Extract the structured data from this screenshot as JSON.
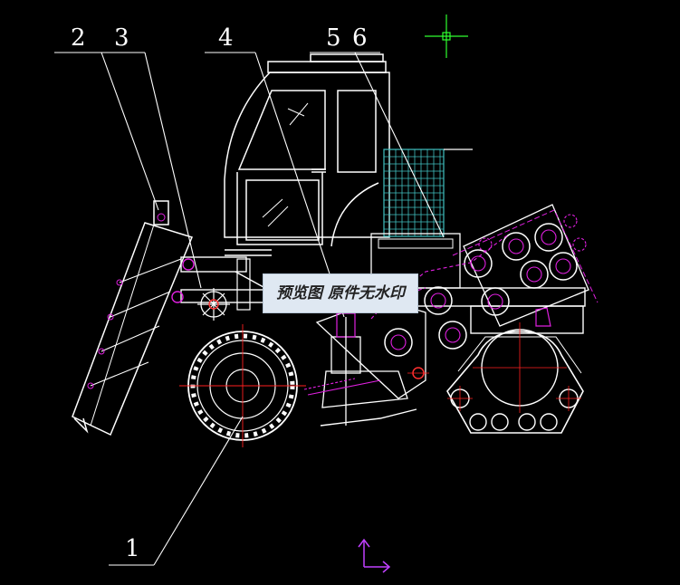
{
  "callouts": {
    "n1": "1",
    "n2": "2",
    "n3": "3",
    "n4": "4",
    "n5": "5",
    "n6": "6"
  },
  "watermark": "预览图 原件无水印",
  "colors": {
    "background": "#000000",
    "linework": "#ffffff",
    "centerline": "#ff2020",
    "hidden_parts": "#e020e0",
    "hatch": "#40c0c0",
    "cursor": "#30ff30",
    "ucs": "#c040ff"
  },
  "icons": {
    "cursor": "crosshair-cursor-icon",
    "ucs": "ucs-axis-icon"
  }
}
